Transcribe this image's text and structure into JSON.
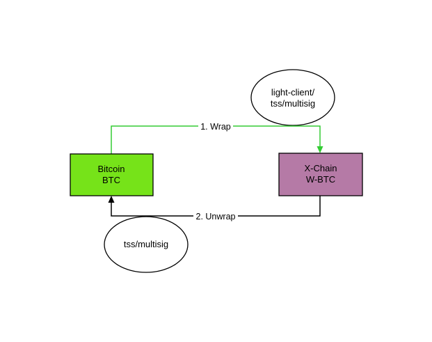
{
  "diagram": {
    "background": "#ffffff",
    "nodes": {
      "bitcoin": {
        "line1": "Bitcoin",
        "line2": "BTC",
        "fill": "#76e319",
        "stroke": "#000000"
      },
      "xchain": {
        "line1": "X-Chain",
        "line2": "W-BTC",
        "fill": "#b57aa6",
        "stroke": "#000000"
      },
      "light_client": {
        "line1": "light-client/",
        "line2": "tss/multisig",
        "fill": "#ffffff",
        "stroke": "#000000"
      },
      "tss_multisig": {
        "line1": "tss/multisig",
        "fill": "#ffffff",
        "stroke": "#000000"
      }
    },
    "edges": {
      "wrap": {
        "label": "1. Wrap",
        "color": "#33cc33"
      },
      "unwrap": {
        "label": "2. Unwrap",
        "color": "#000000"
      }
    }
  }
}
